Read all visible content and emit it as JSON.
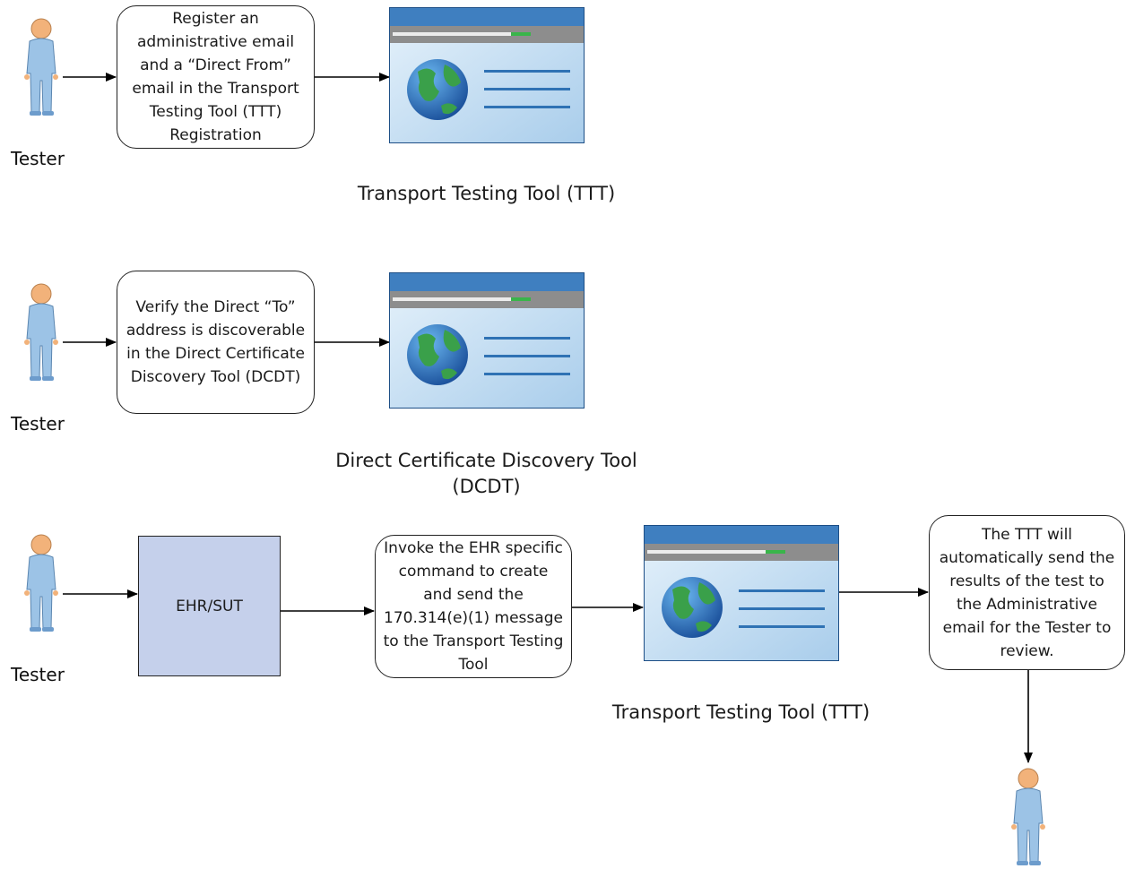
{
  "rows": [
    {
      "tester_label": "Tester",
      "step_text": "Register an administrative email and a “Direct From” email in the Transport Testing Tool (TTT) Registration",
      "tool_caption": "Transport Testing Tool (TTT)"
    },
    {
      "tester_label": "Tester",
      "step_text": "Verify the Direct “To” address is discoverable in the Direct Certificate Discovery Tool (DCDT)",
      "tool_caption": "Direct Certificate Discovery Tool (DCDT)"
    },
    {
      "tester_label": "Tester",
      "system_label": "EHR/SUT",
      "step_text": "Invoke the EHR specific command to create and send the 170.314(e)(1) message to the Transport Testing Tool",
      "tool_caption": "Transport Testing Tool (TTT)",
      "result_text": "The TTT will automatically send the results of the test to the Administrative email for the Tester to review."
    }
  ],
  "icons": {
    "person": "person-icon",
    "tool_window": "browser-window-globe-icon"
  },
  "colors": {
    "system_box_fill": "#c5d0eb",
    "person_body": "#9cc3e6",
    "person_head": "#f2b27a",
    "window_titlebar": "#3f7fc0",
    "window_body": "#cfe5f7",
    "progress_green": "#39b54a"
  }
}
